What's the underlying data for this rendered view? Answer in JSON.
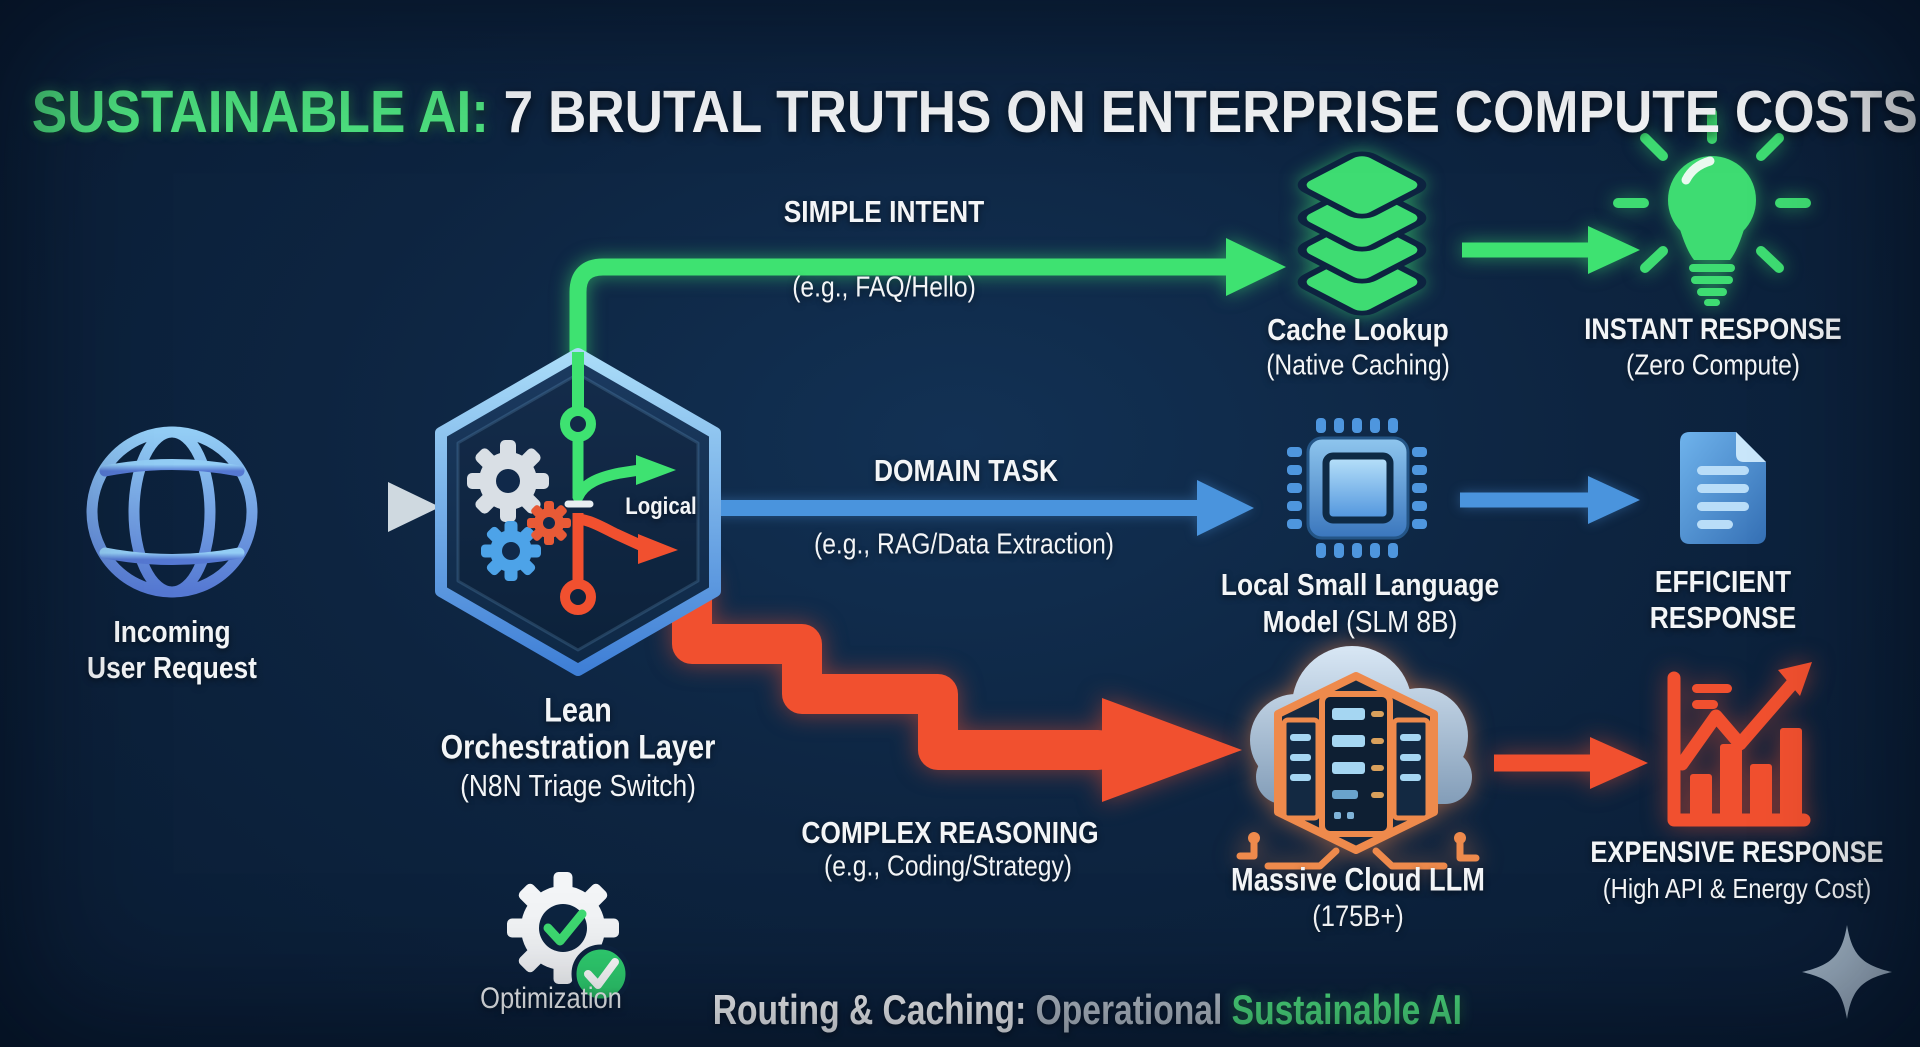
{
  "title": {
    "highlight": "SUSTAINABLE AI:",
    "rest": " 7 BRUTAL TRUTHS ON ENTERPRISE COMPUTE COSTS"
  },
  "nodes": {
    "incoming": {
      "line1": "Incoming",
      "line2": "User Request"
    },
    "orchestrator": {
      "line1": "Lean",
      "line2": "Orchestration Layer",
      "line3": "(N8N Triage Switch)",
      "inner_label": "Logical"
    },
    "cache": {
      "title": "Cache Lookup",
      "subtitle": "(Native Caching)"
    },
    "instant": {
      "title": "INSTANT RESPONSE",
      "subtitle": "(Zero Compute)"
    },
    "slm": {
      "line1": "Local Small Language",
      "line2_bold": "Model",
      "line2_rest": " (SLM 8B)"
    },
    "efficient": {
      "line1": "EFFICIENT",
      "line2": "RESPONSE"
    },
    "cloud_llm": {
      "title": "Massive Cloud LLM",
      "subtitle": "(175B+)"
    },
    "expensive": {
      "title": "EXPENSIVE RESPONSE",
      "subtitle": "(High API & Energy Cost)"
    }
  },
  "branches": {
    "simple": {
      "label": "SIMPLE INTENT",
      "example": "(e.g., FAQ/Hello)"
    },
    "domain": {
      "label": "DOMAIN TASK",
      "example": "(e.g., RAG/Data Extraction)"
    },
    "complex": {
      "label": "COMPLEX REASONING",
      "example": "(e.g., Coding/Strategy)"
    }
  },
  "footer": {
    "optimization_label": "Optimization",
    "routing_prefix": "Routing & Caching: ",
    "routing_mid": "Operational ",
    "routing_highlight": "Sustainable AI"
  },
  "icons": {
    "globe": "globe-icon",
    "right_arrow_gray": "arrow-right-icon",
    "orchestrator_hexagon": "hexagon-switch-icon",
    "gears": "gear-icon",
    "cache_stack": "database-stack-icon",
    "lightbulb": "lightbulb-icon",
    "cpu_chip": "cpu-chip-icon",
    "document": "document-icon",
    "cloud_servers": "cloud-server-icon",
    "cost_chart": "rising-bar-chart-icon",
    "optimization_gear": "gear-check-icon",
    "check_badge": "checkmark-badge-icon",
    "sparkle": "sparkle-icon"
  },
  "colors": {
    "background": "#0d2440",
    "green": "#3ee271",
    "green_text": "#4de07f",
    "blue": "#4a94dd",
    "red": "#f1502f",
    "orange": "#ee8a4c",
    "silver": "#b6c0ca",
    "white": "#f3f5f7"
  }
}
